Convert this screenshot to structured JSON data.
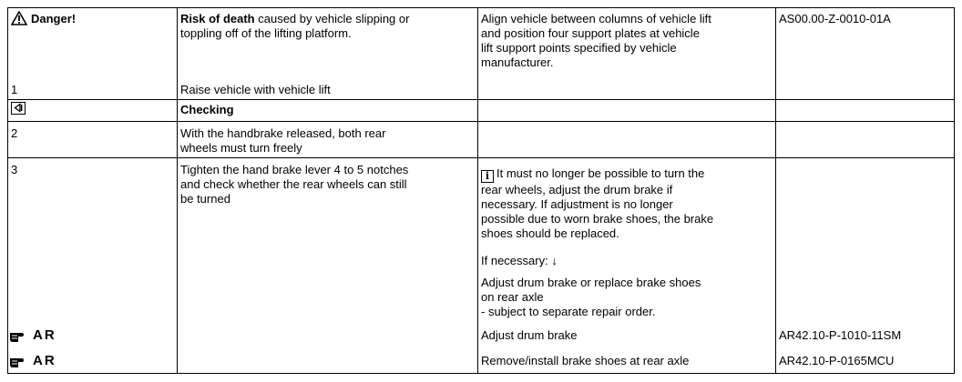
{
  "danger": {
    "label": "Danger!",
    "title": "Risk of death",
    "text_line1": " caused by vehicle slipping or",
    "text_line2": "toppling off of the lifting platform.",
    "measure": [
      "Align vehicle between columns of vehicle lift",
      "and position four support plates  at vehicle",
      "lift support points specified by vehicle",
      "manufacturer."
    ],
    "doc": "AS00.00-Z-0010-01A"
  },
  "steps": [
    {
      "num": "1",
      "text": [
        "Raise vehicle with vehicle lift"
      ]
    },
    {
      "num": "",
      "text": [
        "Checking"
      ]
    },
    {
      "num": "2",
      "text": [
        "With the handbrake released, both rear",
        "wheels must turn freely"
      ]
    },
    {
      "num": "3",
      "text": [
        "Tighten the hand brake lever 4 to 5 notches",
        "and check whether the rear wheels can still",
        "be turned"
      ]
    }
  ],
  "note": {
    "line1": "It must no longer be possible to turn the",
    "lines": [
      "rear wheels, adjust the drum brake if",
      "necessary. If adjustment is no longer",
      "possible due to worn brake shoes, the brake",
      "shoes should be replaced."
    ],
    "if_necessary": "If necessary: ↓",
    "action": [
      "Adjust drum brake or replace brake shoes",
      "on rear axle",
      "- subject to separate repair order."
    ]
  },
  "refs": [
    {
      "code": "AR",
      "text": "Adjust drum brake",
      "doc": "AR42.10-P-1010-11SM"
    },
    {
      "code": "AR",
      "text": "Remove/install brake shoes at rear axle",
      "doc": "AR42.10-P-0165MCU"
    }
  ],
  "icons": {
    "warning": "warning-triangle-icon",
    "info": "info-icon",
    "check": "checking-icon",
    "ref": "pointing-hand-icon"
  }
}
